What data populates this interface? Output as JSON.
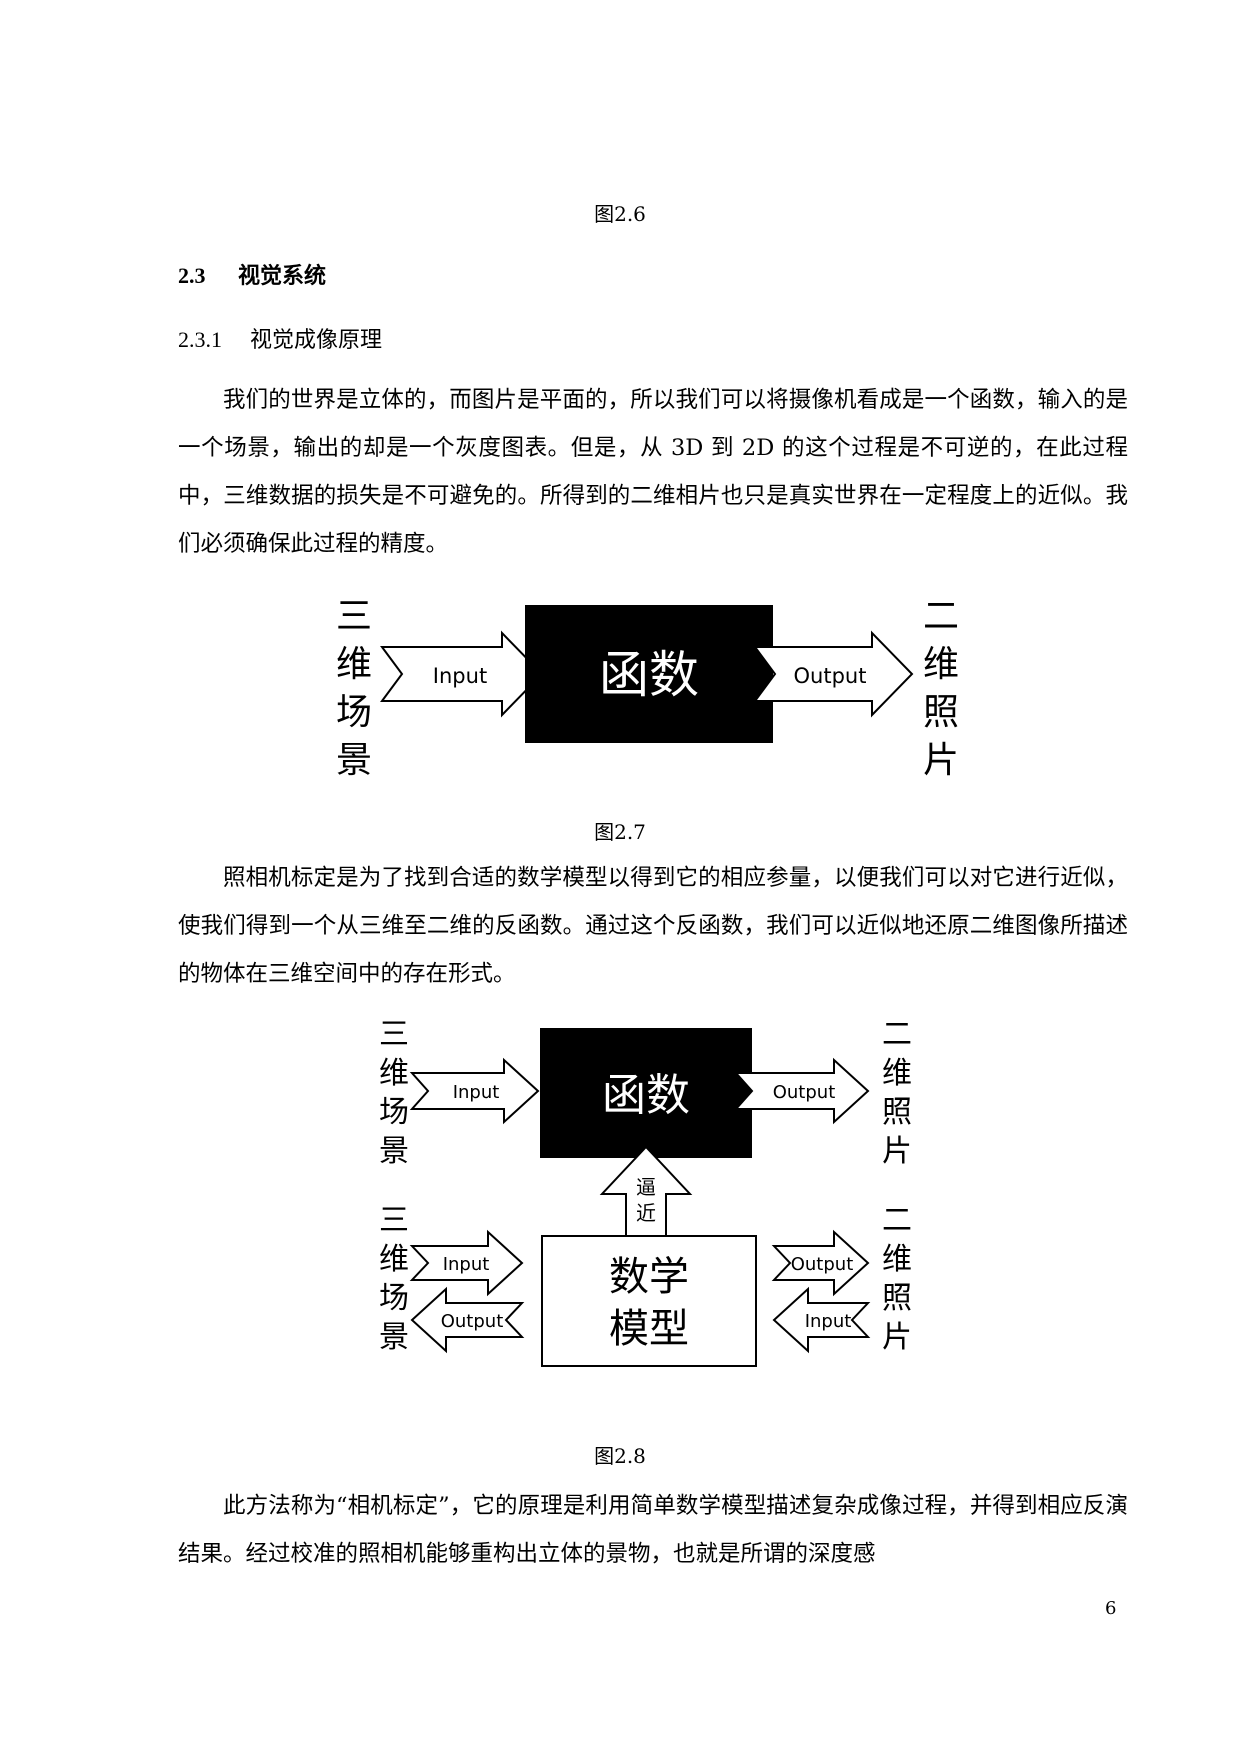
{
  "figure_2_6_caption": "图2.6",
  "section": {
    "number": "2.3",
    "title": "视觉系统"
  },
  "subsection": {
    "number": "2.3.1",
    "title": "视觉成像原理"
  },
  "paragraph_1": "我们的世界是立体的，而图片是平面的，所以我们可以将摄像机看成是一个函数，输入的是一个场景，输出的却是一个灰度图表。但是，从 3D 到 2D 的这个过程是不可逆的，在此过程中，三维数据的损失是不可避免的。所得到的二维相片也只是真实世界在一定程度上的近似。我们必须确保此过程的精度。",
  "figure_2_7": {
    "left_label": [
      "三",
      "维",
      "场",
      "景"
    ],
    "input_label": "Input",
    "box_label": "函数",
    "output_label": "Output",
    "right_label": [
      "二",
      "维",
      "照",
      "片"
    ],
    "caption": "图2.7"
  },
  "paragraph_2": "照相机标定是为了找到合适的数学模型以得到它的相应参量，以便我们可以对它进行近似，使我们得到一个从三维至二维的反函数。通过这个反函数，我们可以近似地还原二维图像所描述的物体在三维空间中的存在形式。",
  "figure_2_8": {
    "top_left_label": [
      "三",
      "维",
      "场",
      "景"
    ],
    "top_input_label": "Input",
    "top_box_label": "函数",
    "top_output_label": "Output",
    "top_right_label": [
      "二",
      "维",
      "照",
      "片"
    ],
    "approx_label": [
      "逼",
      "近"
    ],
    "bottom_left_label": [
      "三",
      "维",
      "场",
      "景"
    ],
    "bottom_left_input_label": "Input",
    "bottom_left_output_label": "Output",
    "model_label": [
      "数学",
      "模型"
    ],
    "bottom_right_output_label": "Output",
    "bottom_right_input_label": "Input",
    "bottom_right_label": [
      "二",
      "维",
      "照",
      "片"
    ],
    "caption": "图2.8"
  },
  "paragraph_3": "此方法称为“相机标定”，它的原理是利用简单数学模型描述复杂成像过程，并得到相应反演结果。经过校准的照相机能够重构出立体的景物，也就是所谓的深度感",
  "page_number": "6",
  "colors": {
    "ink": "#000000",
    "paper": "#ffffff"
  }
}
